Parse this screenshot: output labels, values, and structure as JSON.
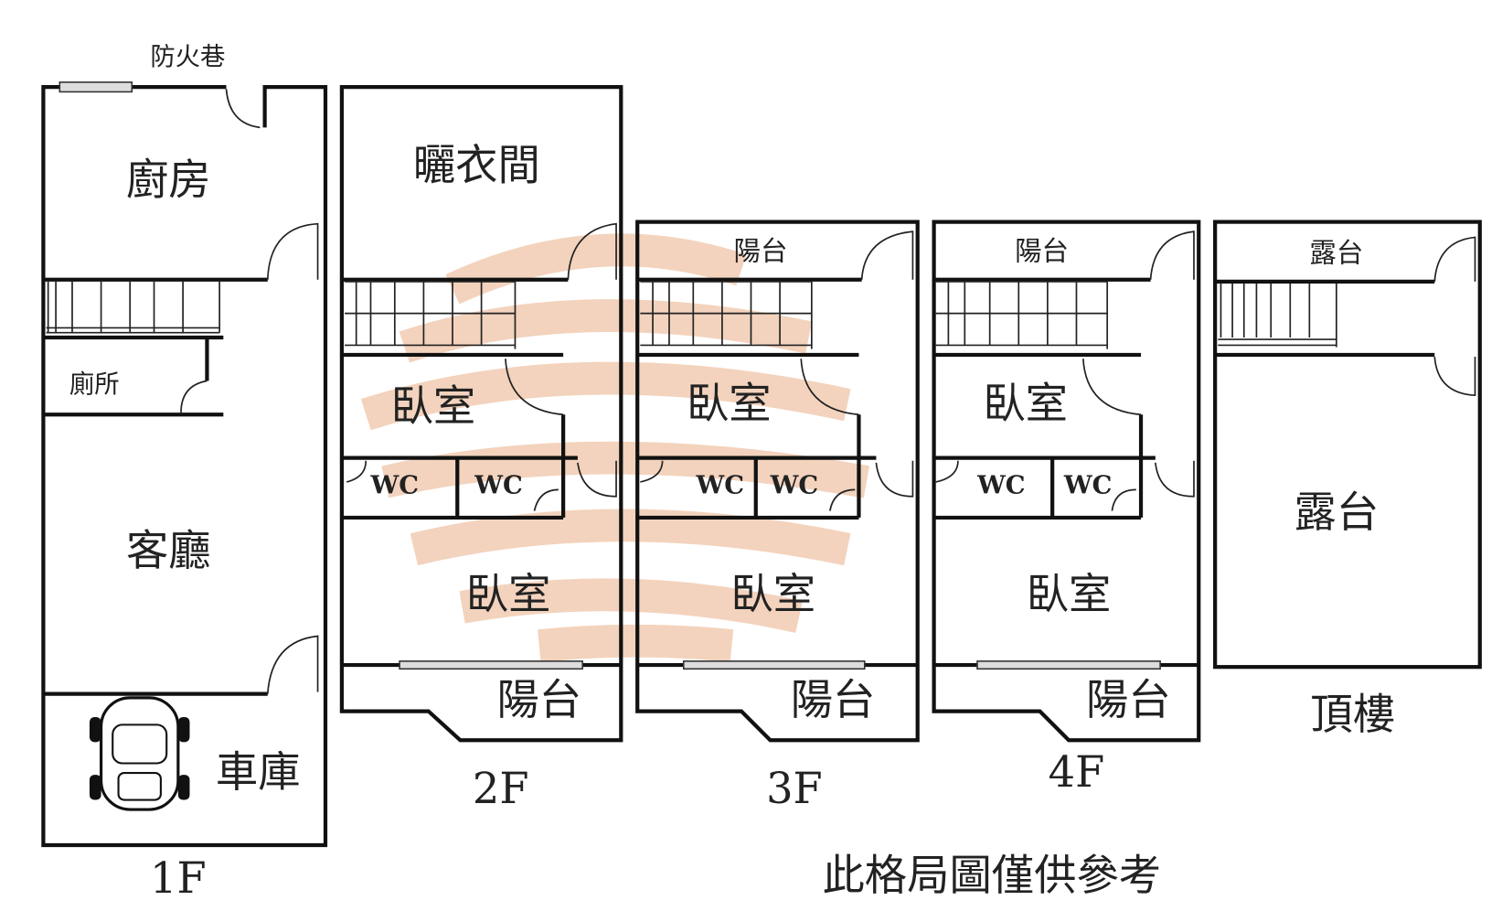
{
  "floors": {
    "f1": {
      "name": "1F",
      "fire_lane": "防火巷",
      "kitchen": "廚房",
      "toilet": "廁所",
      "living": "客廳",
      "garage": "車庫"
    },
    "f2": {
      "name": "2F",
      "laundry": "曬衣間",
      "bedroom1": "臥室",
      "wc1": "WC",
      "wc2": "WC",
      "bedroom2": "臥室",
      "balcony": "陽台"
    },
    "f3": {
      "name": "3F",
      "balcony_top": "陽台",
      "bedroom1": "臥室",
      "wc1": "WC",
      "wc2": "WC",
      "bedroom2": "臥室",
      "balcony": "陽台"
    },
    "f4": {
      "name": "4F",
      "balcony_top": "陽台",
      "bedroom1": "臥室",
      "wc1": "WC",
      "wc2": "WC",
      "bedroom2": "臥室",
      "balcony": "陽台"
    },
    "roof": {
      "name": "頂樓",
      "terrace_top": "露台",
      "terrace": "露台"
    }
  },
  "disclaimer": "此格局圖僅供參考",
  "colors": {
    "wall": "#111111",
    "watermark": "#f0c8ad"
  }
}
